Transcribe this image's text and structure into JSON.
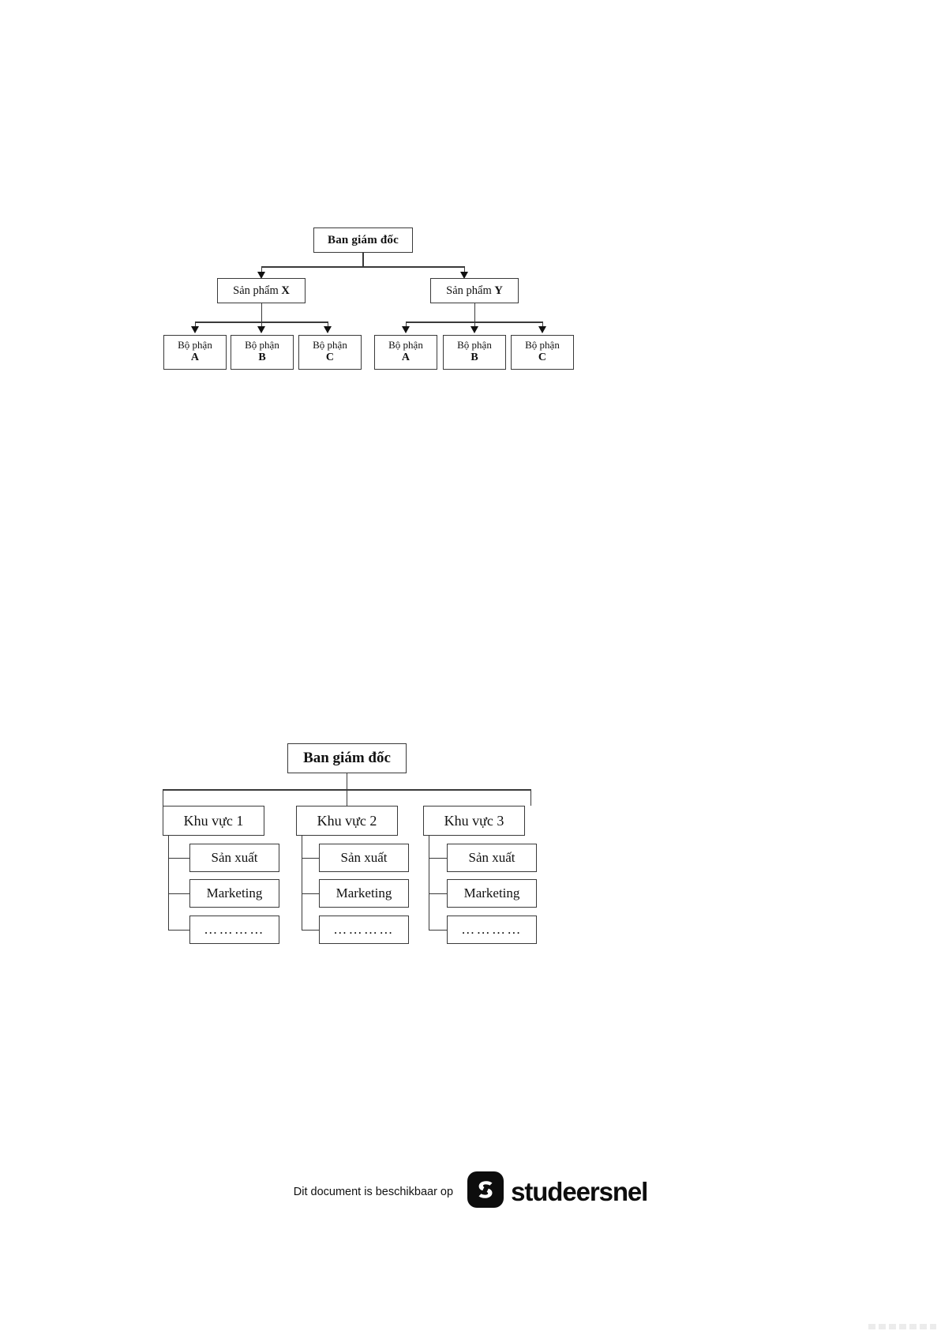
{
  "document": {
    "page_background": "#ffffff",
    "line_color": "#3a3a3a",
    "text_color": "#111111"
  },
  "diagram_one": {
    "name": "product-based-organizational-chart",
    "root": {
      "label": "Ban giám đốc"
    },
    "level2": [
      {
        "label": "Sản phẩm",
        "emphasis": "X"
      },
      {
        "label": "Sản phẩm",
        "emphasis": "Y"
      }
    ],
    "level3": [
      {
        "label": "Bộ phận",
        "emphasis": "A"
      },
      {
        "label": "Bộ phận",
        "emphasis": "B"
      },
      {
        "label": "Bộ phận",
        "emphasis": "C"
      },
      {
        "label": "Bộ phận",
        "emphasis": "A"
      },
      {
        "label": "Bộ phận",
        "emphasis": "B"
      },
      {
        "label": "Bộ phận",
        "emphasis": "C"
      }
    ]
  },
  "diagram_two": {
    "name": "region-based-organizational-chart",
    "root": {
      "label": "Ban giám đốc"
    },
    "regions": [
      {
        "label": "Khu vực 1",
        "units": [
          {
            "label": "Sản xuất"
          },
          {
            "label": "Marketing"
          },
          {
            "label": "…………"
          }
        ]
      },
      {
        "label": "Khu vực 2",
        "units": [
          {
            "label": "Sản xuất"
          },
          {
            "label": "Marketing"
          },
          {
            "label": "…………"
          }
        ]
      },
      {
        "label": "Khu vực 3",
        "units": [
          {
            "label": "Sản xuất"
          },
          {
            "label": "Marketing"
          },
          {
            "label": "…………"
          }
        ]
      }
    ]
  },
  "footer": {
    "availability_text": "Dit document is beschikbaar op",
    "brand_name": "studeersnel",
    "brand_mark_color": "#0d0d0d"
  }
}
